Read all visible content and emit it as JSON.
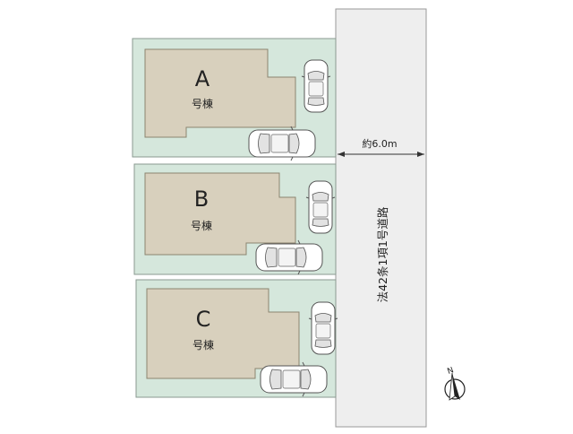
{
  "colors": {
    "lot": "#d5e7dc",
    "lot_edge": "#8a9a90",
    "building": "#d8d0bd",
    "building_edge": "#8c8470",
    "road": "#eeeeee",
    "road_edge": "#9a9a9a",
    "text": "#222222"
  },
  "lots": [
    {
      "letter": "A",
      "suffix": "号棟"
    },
    {
      "letter": "B",
      "suffix": "号棟"
    },
    {
      "letter": "C",
      "suffix": "号棟"
    }
  ],
  "road": {
    "width_label": "約6.0m",
    "name_label": "法42条1項1号道路"
  },
  "compass": {
    "north_label": "N"
  },
  "icons": [
    "car-top-view-icon",
    "north-arrow-icon"
  ]
}
